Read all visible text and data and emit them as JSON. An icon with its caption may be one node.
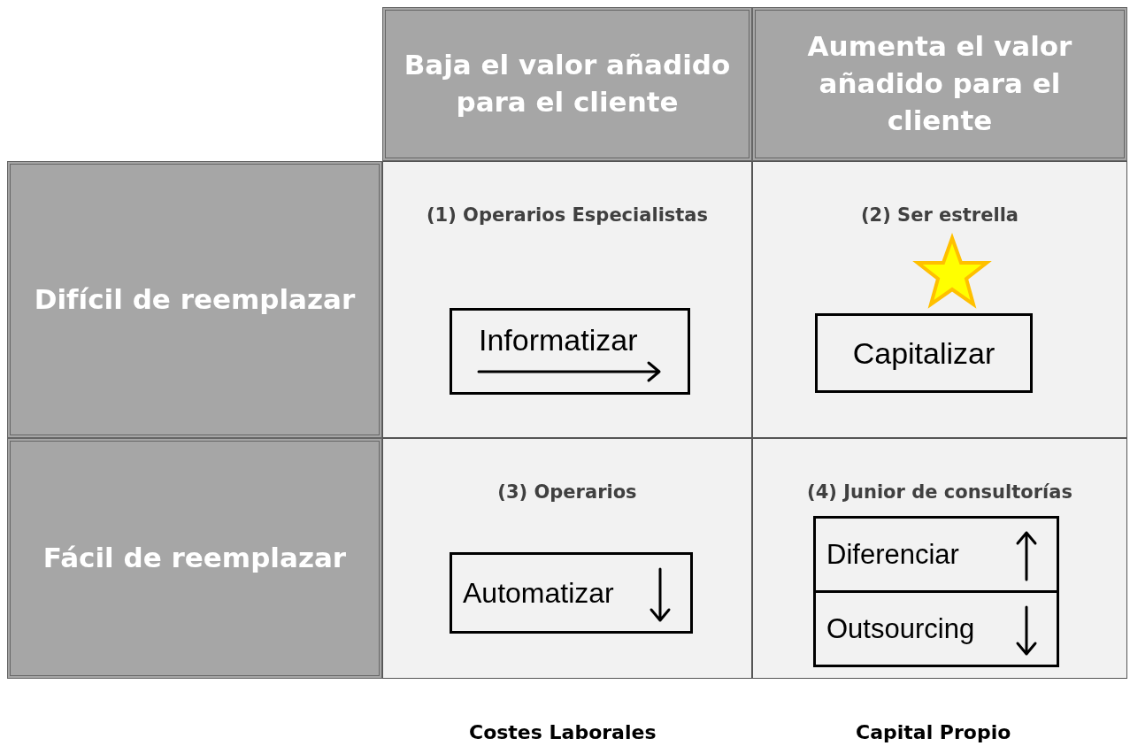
{
  "diagram": {
    "nodes": [
      {
        "text": [
          "Baja el valor añadido para el cliente"
        ]
      },
      {
        "text": [
          "Aumenta el valor añadido para el cliente"
        ]
      },
      {
        "text": [
          "Difícil de reemplazar"
        ]
      },
      {
        "text": [
          "Fácil de reemplazar"
        ]
      },
      {
        "text": [
          "(1) Operarios Especialistas"
        ]
      },
      {
        "text": [
          "Informatizar"
        ],
        "in": 4
      },
      {
        "text": [
          "(2) Ser estrella"
        ]
      },
      {
        "text": [
          "Capitalizar"
        ],
        "in": 6
      },
      {
        "text": [
          "(3) Operarios"
        ]
      },
      {
        "text": [
          "Automatizar"
        ],
        "in": 8
      },
      {
        "text": [
          "(4) Junior de consultorías"
        ]
      },
      {
        "text": [
          "Diferenciar"
        ],
        "in": 10
      },
      {
        "text": [
          "Outsourcing"
        ],
        "in": 10
      }
    ],
    "labels": [
      "Costes Laborales",
      "Capital Propio"
    ]
  }
}
